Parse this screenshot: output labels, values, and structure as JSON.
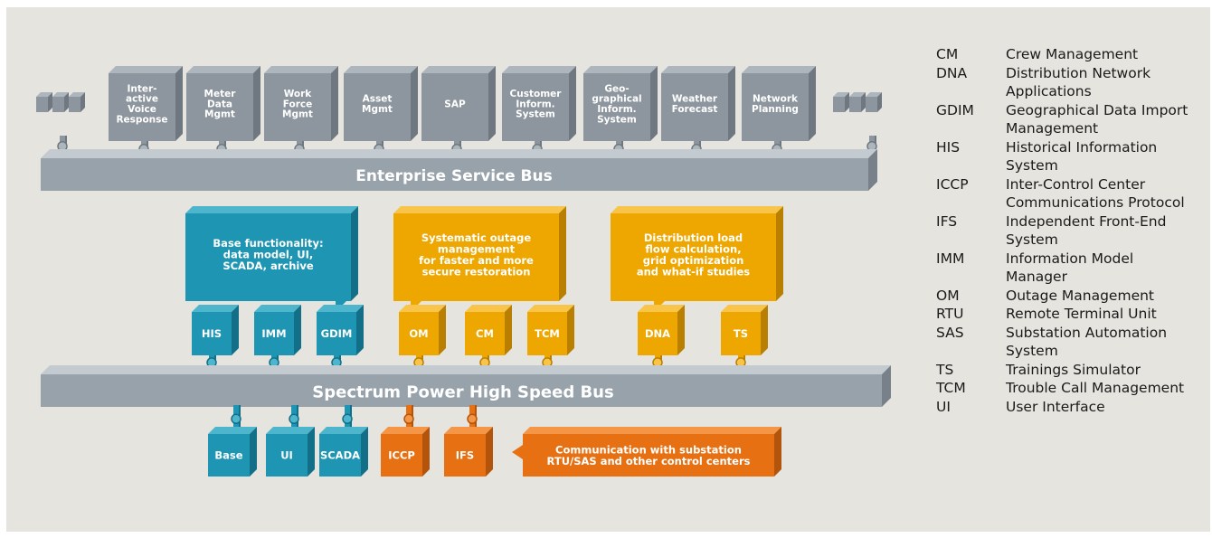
{
  "colors": {
    "background": "#e5e4df",
    "gray_top": "#aeb6bd",
    "gray_face": "#8d969e",
    "gray_side": "#6f7880",
    "bus_top": "#c3cad0",
    "bus_face": "#97a2aa",
    "bus_side": "#788189",
    "blue_top": "#4db6cd",
    "blue_face": "#1d95b3",
    "blue_side": "#136f88",
    "yellow_top": "#f8c54a",
    "yellow_face": "#eea700",
    "yellow_side": "#b97f00",
    "orange_top": "#f49645",
    "orange_face": "#e67012",
    "orange_side": "#b2540b"
  },
  "enterprise_systems": [
    "Inter-\nactive\nVoice\nResponse",
    "Meter\nData\nMgmt",
    "Work\nForce\nMgmt",
    "Asset\nMgmt",
    "SAP",
    "Customer\nInform.\nSystem",
    "Geo-\ngraphical\nInform.\nSystem",
    "Weather\nForecast",
    "Network\nPlanning"
  ],
  "enterprise_bus_label": "Enterprise Service Bus",
  "highspeed_bus_label": "Spectrum Power High Speed Bus",
  "callouts": [
    {
      "text": "Base functionality:\ndata model, UI,\nSCADA, archive",
      "color": "blue"
    },
    {
      "text": "Systematic outage\nmanagement\nfor faster and more\nsecure restoration",
      "color": "yellow"
    },
    {
      "text": "Distribution load\nflow calculation,\ngrid optimization\nand what-if studies",
      "color": "yellow"
    },
    {
      "text": "Communication with substation\nRTU/SAS and other control centers",
      "color": "orange"
    }
  ],
  "upper_modules": [
    {
      "label": "HIS",
      "color": "blue"
    },
    {
      "label": "IMM",
      "color": "blue"
    },
    {
      "label": "GDIM",
      "color": "blue"
    },
    {
      "label": "OM",
      "color": "yellow"
    },
    {
      "label": "CM",
      "color": "yellow"
    },
    {
      "label": "TCM",
      "color": "yellow"
    },
    {
      "label": "DNA",
      "color": "yellow"
    },
    {
      "label": "TS",
      "color": "yellow"
    }
  ],
  "lower_modules": [
    {
      "label": "Base",
      "color": "blue"
    },
    {
      "label": "UI",
      "color": "blue"
    },
    {
      "label": "SCADA",
      "color": "blue"
    },
    {
      "label": "ICCP",
      "color": "orange"
    },
    {
      "label": "IFS",
      "color": "orange"
    }
  ],
  "legend": [
    {
      "abbr": "CM",
      "definition": "Crew Management"
    },
    {
      "abbr": "DNA",
      "definition": "Distribution Network Applications"
    },
    {
      "abbr": "GDIM",
      "definition": "Geographical Data Import Management"
    },
    {
      "abbr": "HIS",
      "definition": "Historical Information System"
    },
    {
      "abbr": "ICCP",
      "definition": "Inter-Control Center Communications Protocol"
    },
    {
      "abbr": "IFS",
      "definition": "Independent Front-End System"
    },
    {
      "abbr": "IMM",
      "definition": "Information Model Manager"
    },
    {
      "abbr": "OM",
      "definition": "Outage Management"
    },
    {
      "abbr": "RTU",
      "definition": "Remote Terminal Unit"
    },
    {
      "abbr": "SAS",
      "definition": "Substation Automation System"
    },
    {
      "abbr": "TS",
      "definition": "Trainings Simulator"
    },
    {
      "abbr": "TCM",
      "definition": "Trouble Call Management"
    },
    {
      "abbr": "UI",
      "definition": "User Interface"
    }
  ]
}
